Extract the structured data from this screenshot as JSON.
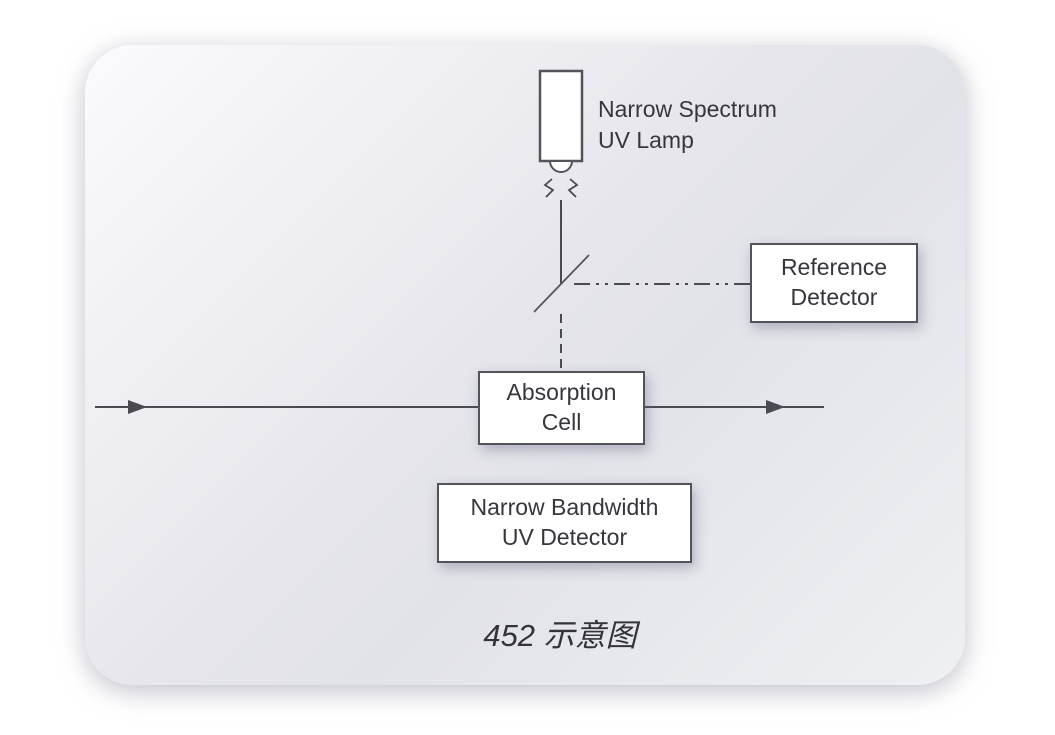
{
  "diagram": {
    "uv_lamp_label": "Narrow Spectrum\nUV Lamp",
    "reference_detector_label": "Reference\nDetector",
    "absorption_cell_label": "Absorption\nCell",
    "uv_detector_label": "Narrow Bandwidth\nUV Detector",
    "caption": "452 示意图"
  },
  "colors": {
    "text": "#36363c",
    "line": "#4a4a52",
    "box_border": "#53535b",
    "box_fill": "#ffffff",
    "panel_gradient_start": "#fbfbfd",
    "panel_gradient_mid": "#e4e4ea",
    "panel_gradient_end": "#eef0f3"
  }
}
